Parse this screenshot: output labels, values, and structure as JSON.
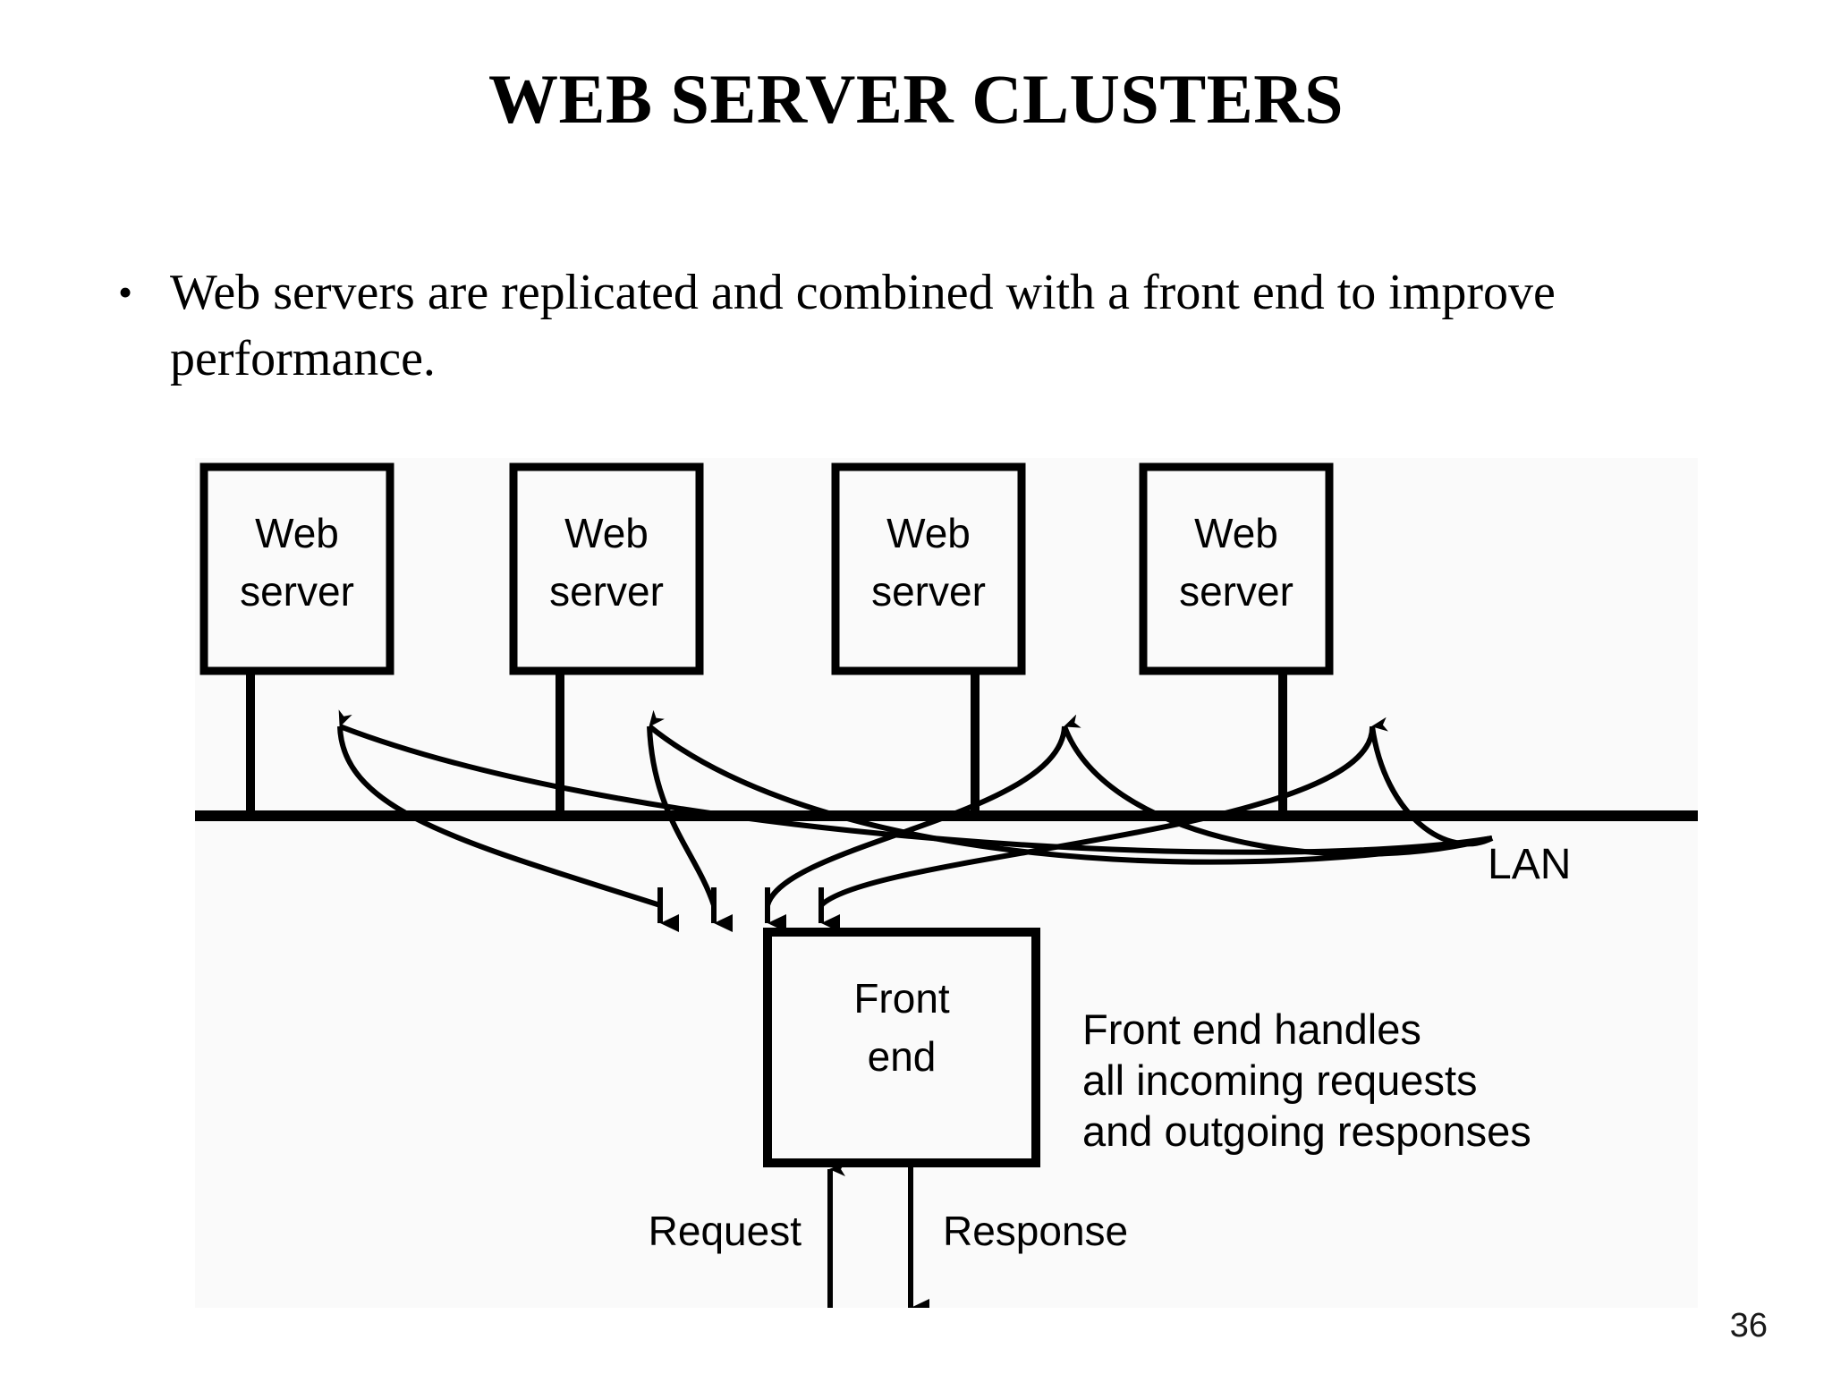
{
  "slide": {
    "title": "WEB SERVER CLUSTERS",
    "page_number": "36",
    "background_color": "#ffffff",
    "text_color": "#000000"
  },
  "bullets": [
    {
      "marker": "•",
      "text": "Web servers are replicated and combined with a front end to improve performance."
    }
  ],
  "diagram": {
    "background_color": "#fafafa",
    "stroke_color": "#000000",
    "servers": [
      {
        "line1": "Web",
        "line2": "server"
      },
      {
        "line1": "Web",
        "line2": "server"
      },
      {
        "line1": "Web",
        "line2": "server"
      },
      {
        "line1": "Web",
        "line2": "server"
      }
    ],
    "bus_label": "LAN",
    "front_end": {
      "line1": "Front",
      "line2": "end"
    },
    "annotation": [
      "Front end handles",
      "all incoming requests",
      "and outgoing responses"
    ],
    "request_label": "Request",
    "response_label": "Response"
  }
}
